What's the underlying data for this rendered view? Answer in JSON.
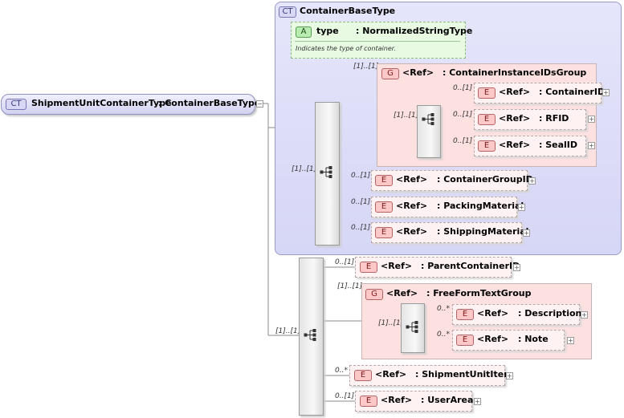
{
  "root": {
    "badge": "CT",
    "name": "ShipmentUnitContainerType",
    "type": ": ContainerBaseType"
  },
  "base_type": {
    "badge": "CT",
    "name": "ContainerBaseType"
  },
  "attribute": {
    "badge": "A",
    "name": "type",
    "type": ": NormalizedStringType",
    "doc": "Indicates the type of container."
  },
  "instance_group": {
    "badge": "G",
    "ref": "<Ref>",
    "name": ": ContainerInstanceIDsGroup",
    "mult": "[1]..[1]",
    "seq_mult": "[1]..[1]"
  },
  "instance_elements": [
    {
      "badge": "E",
      "ref": "<Ref>",
      "name": ": ContainerID",
      "mult": "0..[1]"
    },
    {
      "badge": "E",
      "ref": "<Ref>",
      "name": ": RFID",
      "mult": "0..[1]"
    },
    {
      "badge": "E",
      "ref": "<Ref>",
      "name": ": SealID",
      "mult": "0..[1]"
    }
  ],
  "base_seq_mult": "[1]..[1]",
  "base_elements": [
    {
      "badge": "E",
      "ref": "<Ref>",
      "name": ": ContainerGroupID",
      "mult": "0..[1]"
    },
    {
      "badge": "E",
      "ref": "<Ref>",
      "name": ": PackingMaterial",
      "mult": "0..[1]"
    },
    {
      "badge": "E",
      "ref": "<Ref>",
      "name": ": ShippingMaterial",
      "mult": "0..[1]"
    }
  ],
  "main_seq_mult": "[1]..[1]",
  "parent_element": {
    "badge": "E",
    "ref": "<Ref>",
    "name": ": ParentContainerID",
    "mult": "0..[1]"
  },
  "freeform_group": {
    "badge": "G",
    "ref": "<Ref>",
    "name": ": FreeFormTextGroup",
    "mult": "[1]..[1]",
    "seq_mult": "[1]..[1]"
  },
  "freeform_elements": [
    {
      "badge": "E",
      "ref": "<Ref>",
      "name": ": Description",
      "mult": "0..*"
    },
    {
      "badge": "E",
      "ref": "<Ref>",
      "name": ": Note",
      "mult": "0..*"
    }
  ],
  "tail_elements": [
    {
      "badge": "E",
      "ref": "<Ref>",
      "name": ": ShipmentUnitItem",
      "mult": "0..*"
    },
    {
      "badge": "E",
      "ref": "<Ref>",
      "name": ": UserArea",
      "mult": "0..[1]"
    }
  ],
  "plus_symbol": "+",
  "collapse_symbol": "−"
}
